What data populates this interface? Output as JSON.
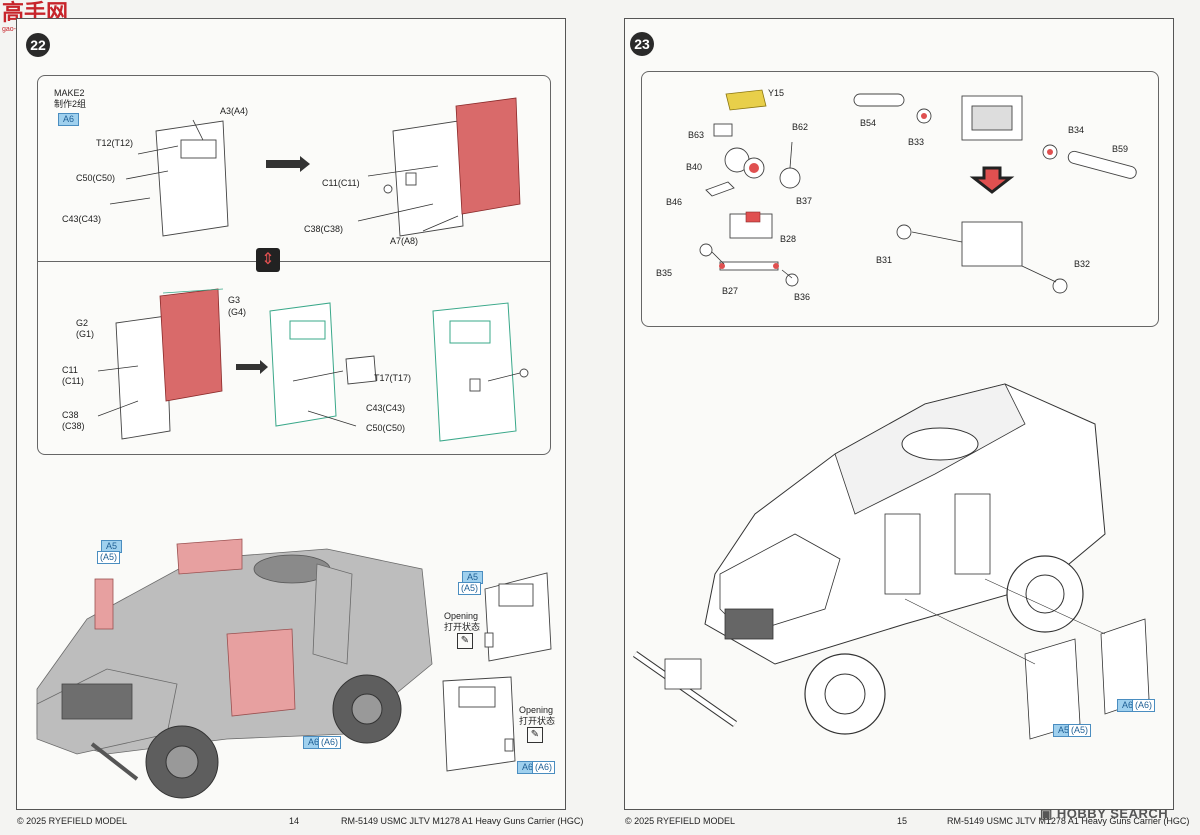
{
  "site_logo": {
    "brand_text": "高手网",
    "url_text": "gao-shou.com"
  },
  "left_page": {
    "step": "22",
    "make_title": "MAKE2",
    "make_subtitle": "制作2组",
    "panel_badge": "A6",
    "top_labels": {
      "a3": "A3(A4)",
      "t12": "T12(T12)",
      "c50": "C50(C50)",
      "c43": "C43(C43)",
      "c11": "C11(C11)",
      "c38": "C38(C38)",
      "a7": "A7(A8)"
    },
    "bottom_labels": {
      "g3": "G3",
      "g4": "(G4)",
      "g2": "G2",
      "g1": "(G1)",
      "c11": "C11",
      "c11b": "(C11)",
      "c38": "C38",
      "c38b": "(C38)",
      "t17": "T17(T17)",
      "c43": "C43(C43)",
      "c50": "C50(C50)"
    },
    "vehicle_badges": {
      "a5": "A5",
      "a5_sub": "(A5)",
      "a5b": "A5",
      "a5b_sub": "(A5)",
      "a6": "A6",
      "a6_sub": "(A6)",
      "a6b": "A6",
      "a6b_sub": "(A6)"
    },
    "opening": {
      "en": "Opening",
      "zh": "打开状态"
    },
    "footer": {
      "copyright": "© 2025 RYEFIELD MODEL",
      "page_no": "14",
      "title": "RM-5149 USMC JLTV M1278 A1 Heavy Guns Carrier (HGC)"
    }
  },
  "right_page": {
    "step": "23",
    "labels": {
      "y15": "Y15",
      "b63": "B63",
      "b62": "B62",
      "b40": "B40",
      "b37": "B37",
      "b46": "B46",
      "b28": "B28",
      "b35": "B35",
      "b27": "B27",
      "b36": "B36",
      "b54": "B54",
      "b33": "B33",
      "b34": "B34",
      "b59": "B59",
      "b31": "B31",
      "b32": "B32"
    },
    "vehicle_badges": {
      "a5": "A5",
      "a5_sub": "(A5)",
      "a6": "A6",
      "a6_sub": "(A6)"
    },
    "footer": {
      "copyright": "© 2025 RYEFIELD MODEL",
      "page_no": "15",
      "title": "RM-5149 USMC JLTV M1278 A1 Heavy Guns Carrier (HGC)"
    }
  },
  "watermark": {
    "text": "HOBBY SEARCH"
  }
}
